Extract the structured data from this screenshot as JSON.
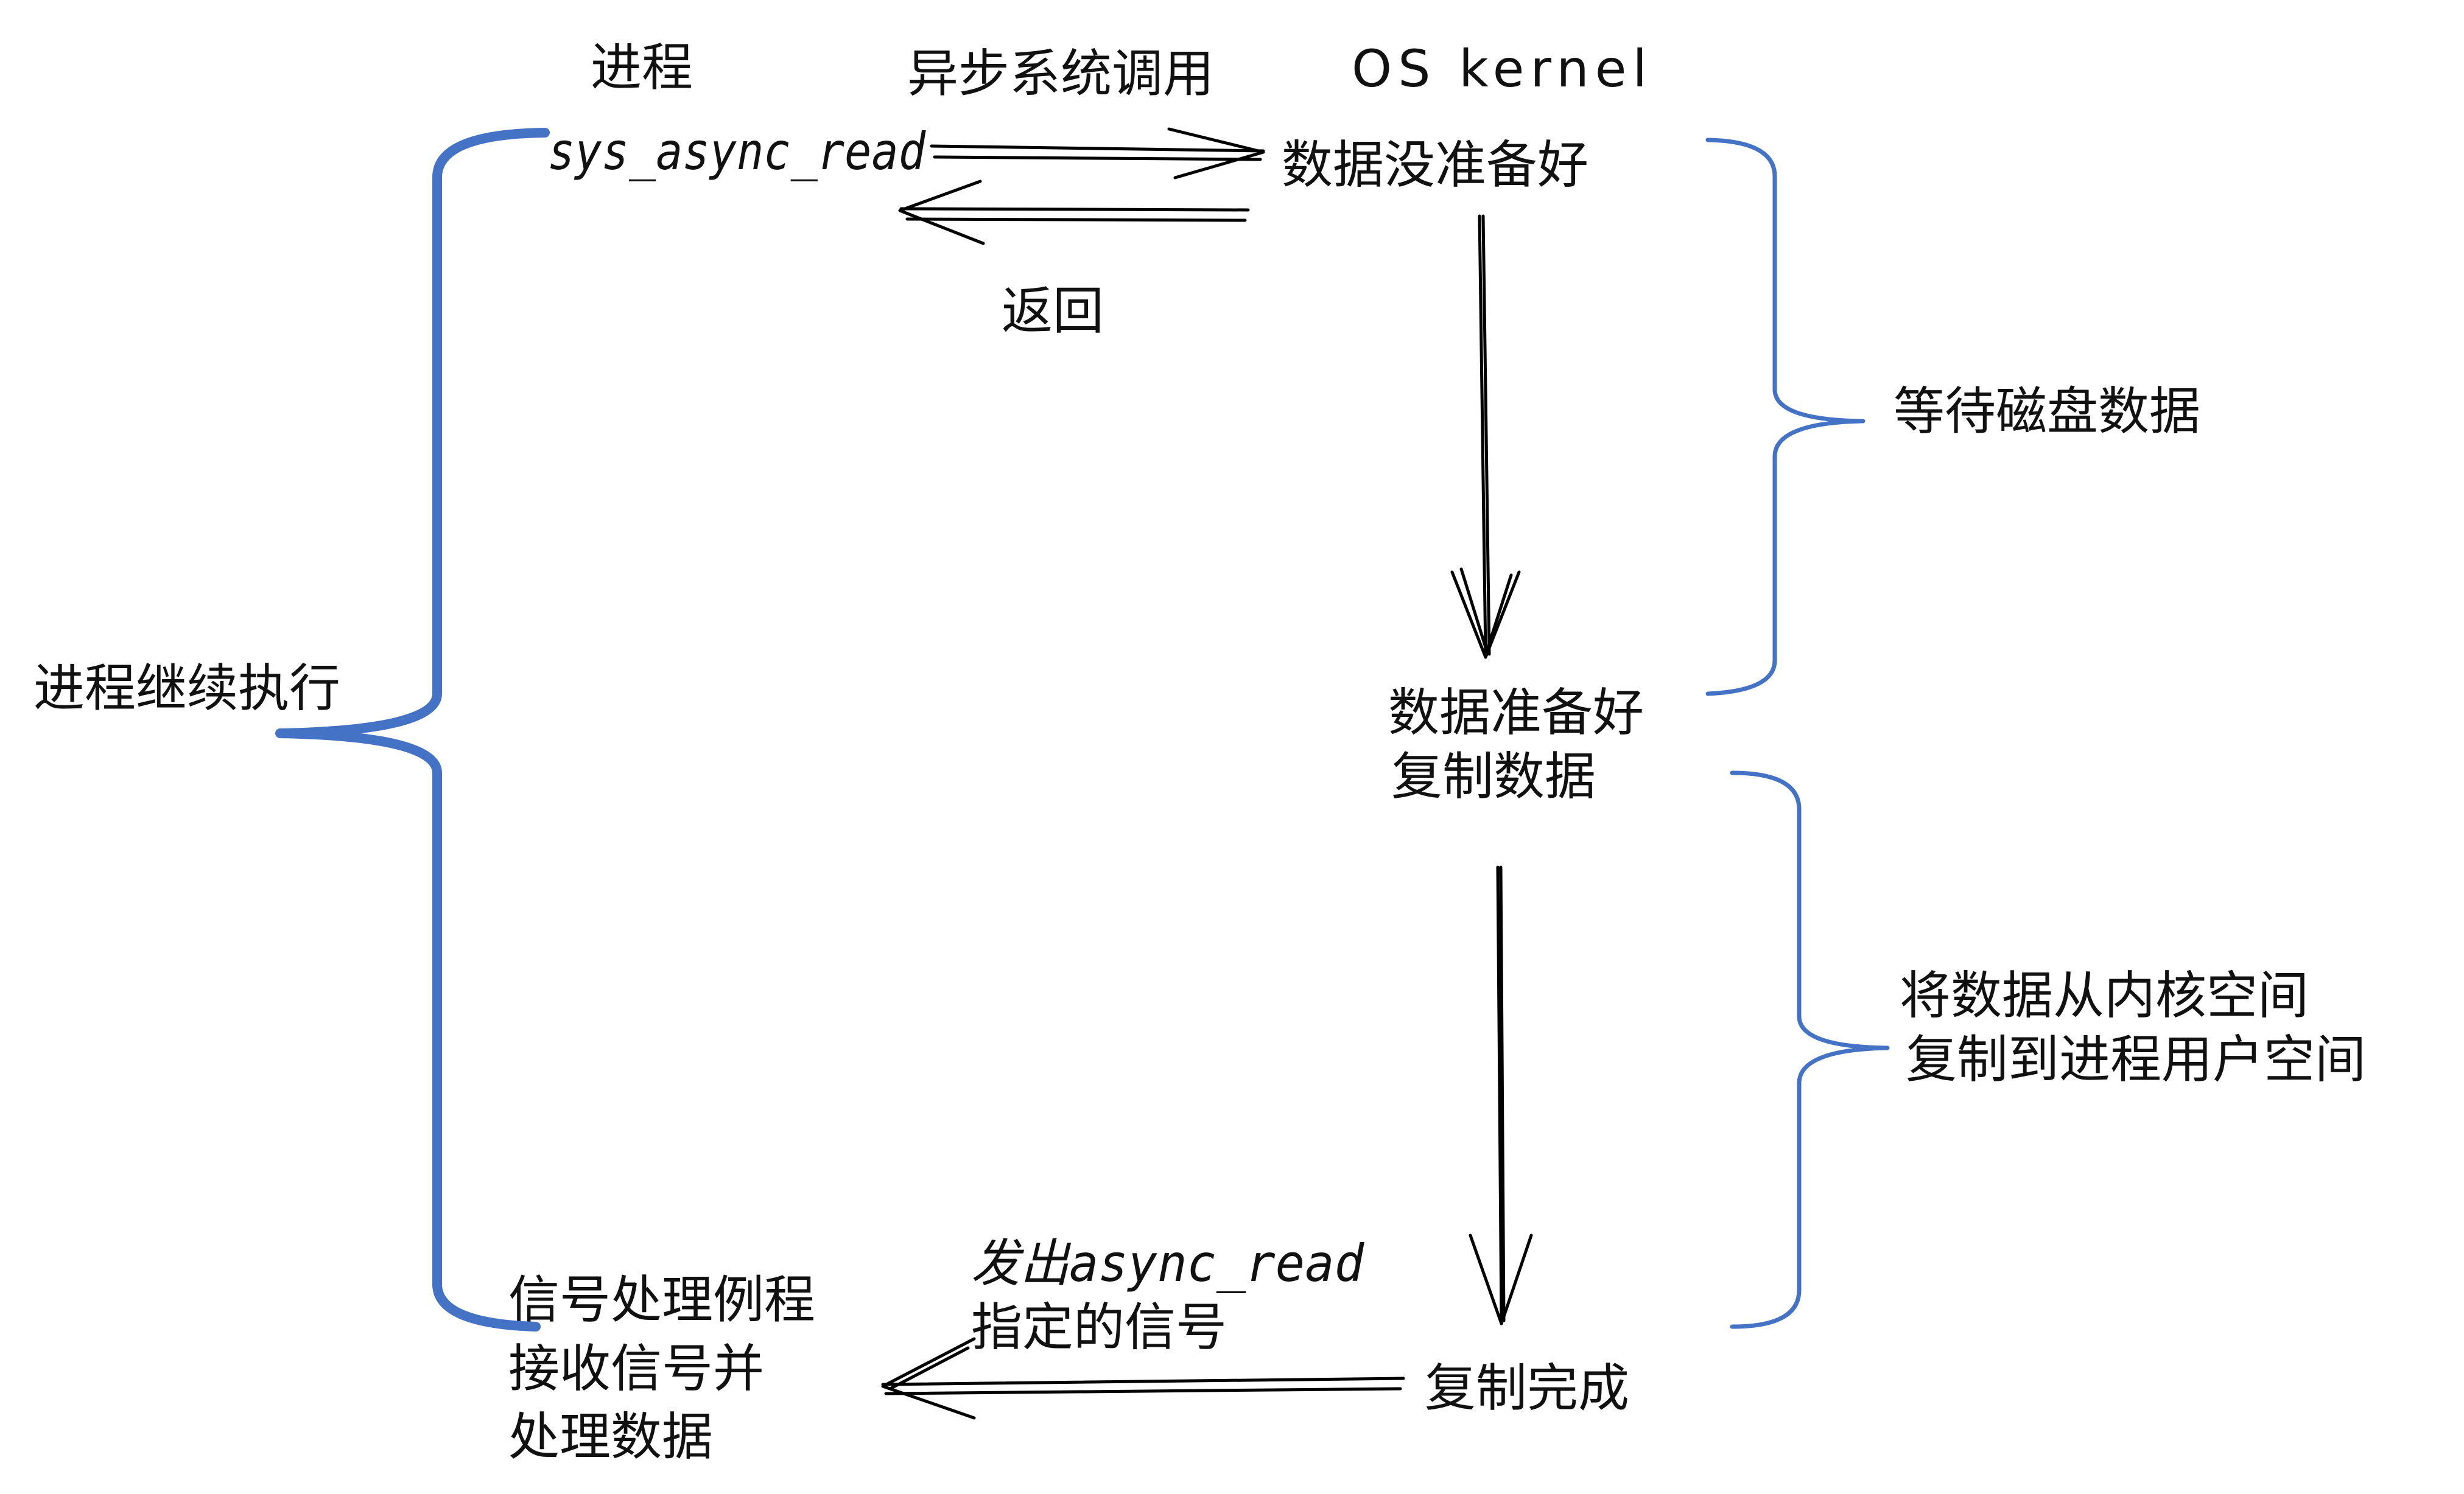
{
  "header": {
    "process": "进程",
    "async_call": "异步系统调用",
    "kernel": "OS kernel"
  },
  "labels": {
    "sys_async_read": "sys_async_read",
    "return": "返回",
    "data_not_ready": "数据没准备好",
    "wait_disk": "等待磁盘数据",
    "continue_exec": "进程继续执行",
    "data_ready": "数据准备好",
    "copy_data": "复制数据",
    "copy_to_user_line1": "将数据从内核空间",
    "copy_to_user_line2": "复制到进程用户空间",
    "issue_signal_line1": "发出async_read",
    "issue_signal_line2": "指定的信号",
    "copy_done": "复制完成",
    "signal_handler": "信号处理例程",
    "receive_signal": "接收信号并",
    "process_data": "处理数据"
  },
  "colors": {
    "brace": "#4472c4",
    "ink": "#000000"
  }
}
